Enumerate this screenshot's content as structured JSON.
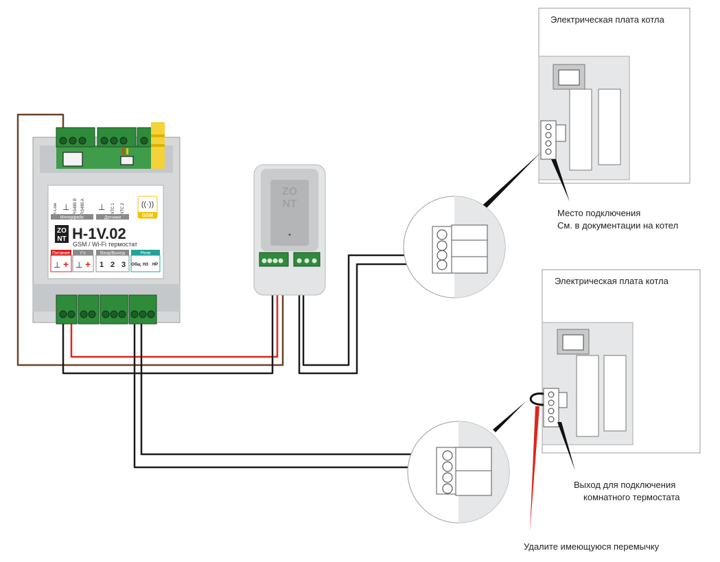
{
  "thermostat": {
    "logo_top": "ZO",
    "logo_bottom": "NT",
    "model": "H-1V.02",
    "subtitle": "GSM / Wi-Fi термостат",
    "interface_label": "Интерфейс",
    "sensors_label": "Датчики",
    "power_label": "Питание",
    "temp_label": "t°c",
    "io_label": "Вход/Выход",
    "relay_label": "Реле",
    "gsm_label": "GSM",
    "pins": {
      "kline": "K-Line",
      "rs485b": "RS485 B",
      "rs485a": "RS485 A",
      "ntc1": "NTC 1",
      "ntc2": "NTC 2",
      "io1": "1",
      "io2": "2",
      "io3": "3",
      "common": "Общ",
      "nc": "НЗ",
      "no": "НР"
    }
  },
  "module": {
    "logo_top": "ZO",
    "logo_bottom": "NT"
  },
  "boards": {
    "top_title": "Электрическая плата котла",
    "bottom_title": "Электрическая плата котла"
  },
  "annotations": {
    "connection_line1": "Место подключения",
    "connection_line2": "См. в документации на котел",
    "output_line1": "Выход для подключения",
    "output_line2": "комнатного термостата",
    "remove_jumper": "Удалите имеющуюся перемычку"
  },
  "colors": {
    "brown_wire": "#6b4226",
    "red_wire": "#e2231a",
    "black_wire": "#1a1a1a",
    "terminal_green": "#2e8b3a",
    "power_red": "#d9241f",
    "sensors_grey": "#8a8a8a",
    "relay_teal": "#1fa39a",
    "gsm_yellow": "#f2c200"
  }
}
